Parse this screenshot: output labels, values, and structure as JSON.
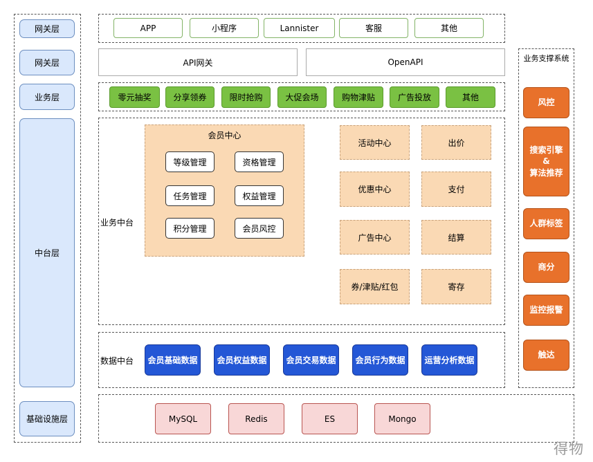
{
  "left_column": {
    "layers": [
      "网关层",
      "网关层",
      "业务层",
      "中台层",
      "基础设施层"
    ]
  },
  "clients": [
    "APP",
    "小程序",
    "Lannister",
    "客服",
    "其他"
  ],
  "gateways": [
    "API网关",
    "OpenAPI"
  ],
  "business": [
    "零元抽奖",
    "分享领券",
    "限时抢购",
    "大促会场",
    "购物津贴",
    "广告投放",
    "其他"
  ],
  "business_platform": {
    "label": "业务中台",
    "member_center": {
      "title": "会员中心",
      "items": [
        "等级管理",
        "资格管理",
        "任务管理",
        "权益管理",
        "积分管理",
        "会员风控"
      ]
    },
    "services": [
      "活动中心",
      "出价",
      "优惠中心",
      "支付",
      "广告中心",
      "结算",
      "券/津贴/红包",
      "寄存"
    ]
  },
  "data_platform": {
    "label": "数据中台",
    "items": [
      "会员基础数据",
      "会员权益数据",
      "会员交易数据",
      "会员行为数据",
      "运营分析数据"
    ]
  },
  "infrastructure": [
    "MySQL",
    "Redis",
    "ES",
    "Mongo"
  ],
  "support": {
    "title": "业务支撑系统",
    "items": [
      "风控",
      "搜索引擎\n&\n算法推荐",
      "人群标签",
      "商分",
      "监控报警",
      "触达"
    ]
  },
  "watermark": "得物"
}
